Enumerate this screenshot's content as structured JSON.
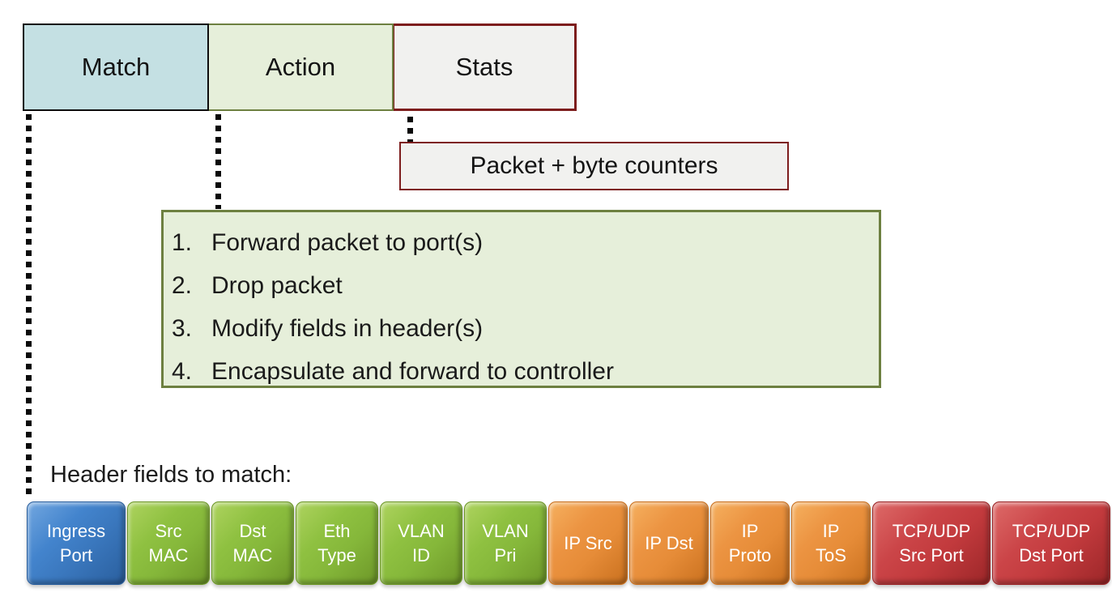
{
  "flow_table": {
    "cells": [
      {
        "label": "Match",
        "fill": "#c4e0e3",
        "border": "#0d0d0d"
      },
      {
        "label": "Action",
        "fill": "#e6efda",
        "border": "#6d8040"
      },
      {
        "label": "Stats",
        "fill": "#f1f1ef",
        "border": "#7d1d1d"
      }
    ]
  },
  "stats_callout": {
    "text": "Packet + byte counters",
    "fill": "#f1f1ef",
    "border": "#7d1d1d"
  },
  "action_callout": {
    "fill": "#e6efda",
    "border": "#6d8040",
    "items": [
      {
        "num": "1.",
        "text": "Forward packet to port(s)"
      },
      {
        "num": "2.",
        "text": "Drop packet"
      },
      {
        "num": "3.",
        "text": "Modify fields in header(s)"
      },
      {
        "num": "4.",
        "text": "Encapsulate and forward to controller"
      }
    ]
  },
  "match_callout": {
    "caption": "Header fields to match:",
    "fields": [
      {
        "label": "Ingress\nPort",
        "group": "blue",
        "color": "#3a77bd"
      },
      {
        "label": "Src\nMAC",
        "group": "green",
        "color": "#85b73a"
      },
      {
        "label": "Dst\nMAC",
        "group": "green",
        "color": "#85b73a"
      },
      {
        "label": "Eth\nType",
        "group": "green",
        "color": "#85b73a"
      },
      {
        "label": "VLAN\nID",
        "group": "green",
        "color": "#85b73a"
      },
      {
        "label": "VLAN\nPri",
        "group": "green",
        "color": "#85b73a"
      },
      {
        "label": "IP Src",
        "group": "orange",
        "color": "#e68c38"
      },
      {
        "label": "IP Dst",
        "group": "orange",
        "color": "#e68c38"
      },
      {
        "label": "IP\nProto",
        "group": "orange",
        "color": "#e68c38"
      },
      {
        "label": "IP\nToS",
        "group": "orange",
        "color": "#e68c38"
      },
      {
        "label": "TCP/UDP\nSrc Port",
        "group": "red",
        "color": "#c23a3d"
      },
      {
        "label": "TCP/UDP\nDst Port",
        "group": "red",
        "color": "#c23a3d"
      }
    ]
  }
}
